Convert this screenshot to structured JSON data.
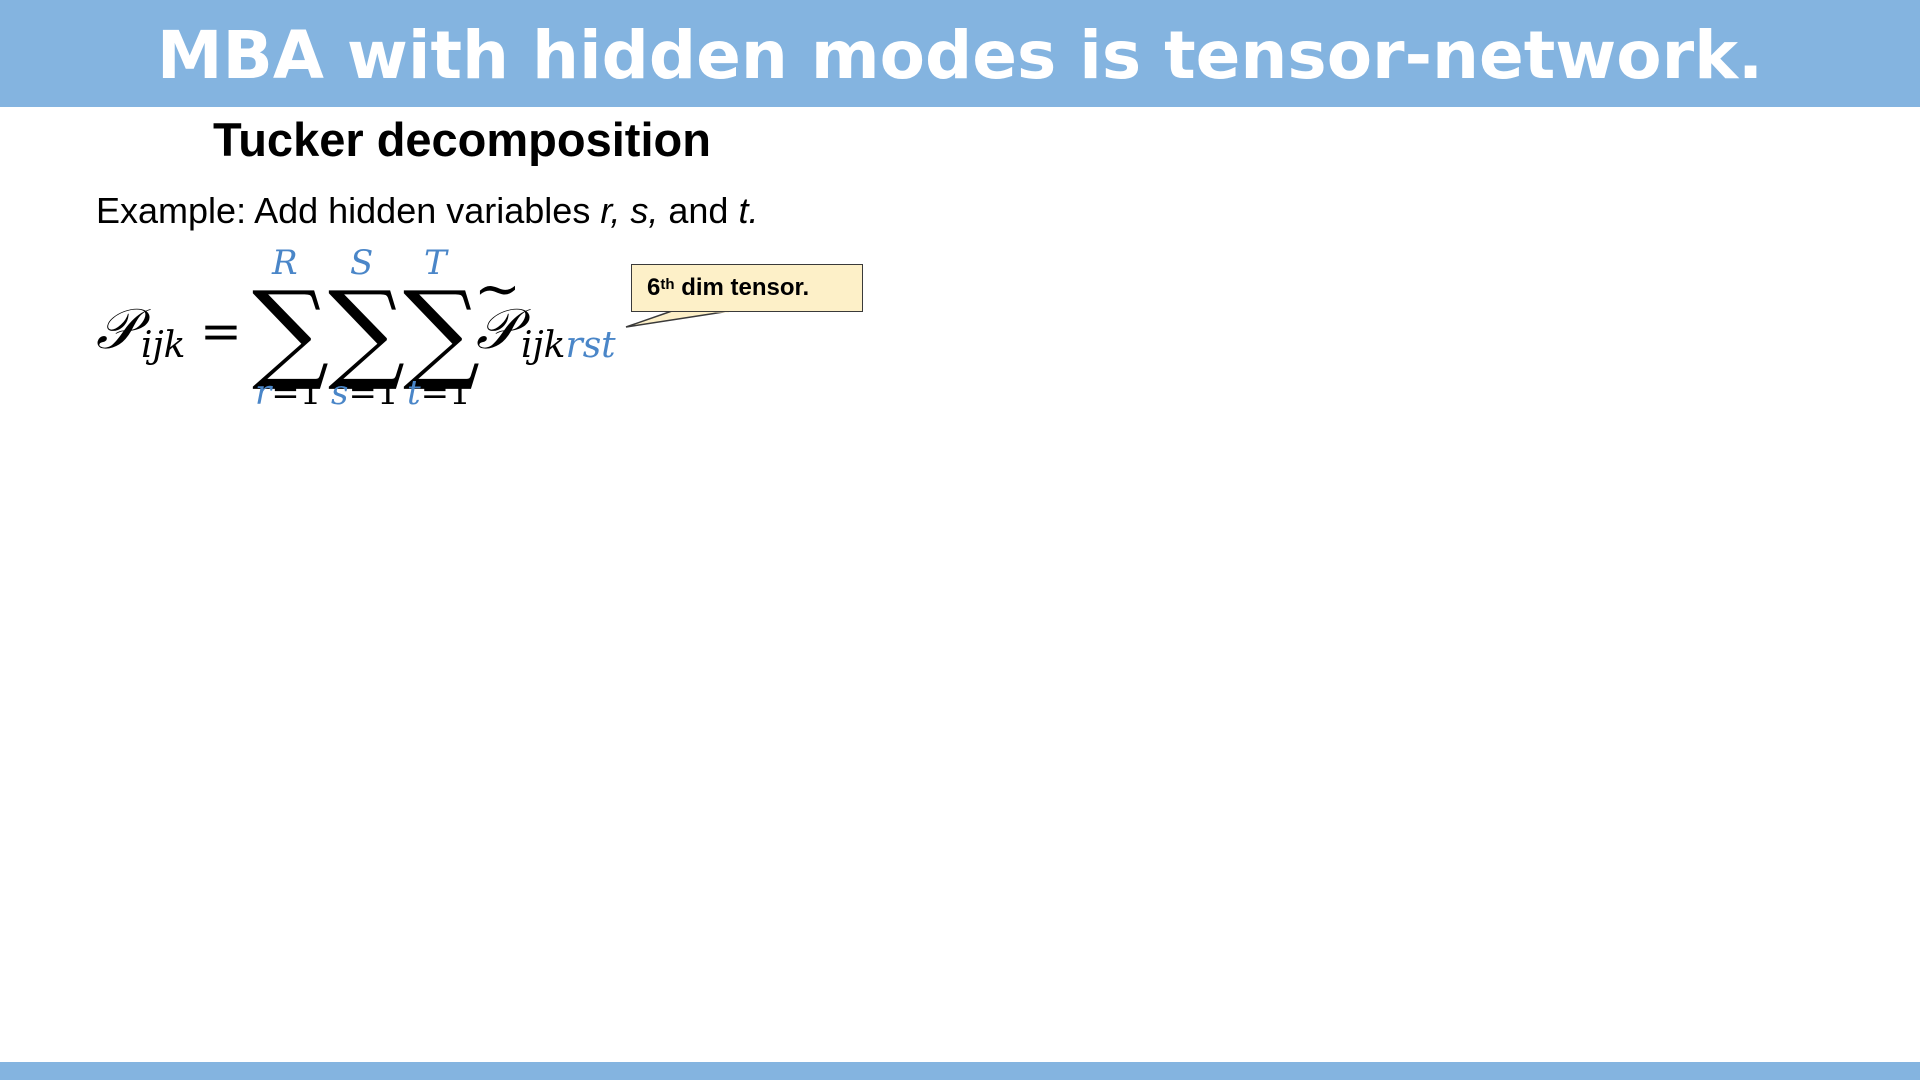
{
  "slide": {
    "title": "MBA with hidden modes is tensor-network.",
    "subtitle": "Tucker decomposition",
    "example": {
      "prefix": "Example: Add hidden variables ",
      "var_r": "r,",
      "var_s": "s,",
      "middle": " and ",
      "var_t": "t."
    }
  },
  "formula": {
    "lhs_symbol": "𝒫",
    "lhs_subscript": "ijk",
    "equals": "=",
    "sums": [
      {
        "upper": "R",
        "sigma": "∑",
        "index": "r",
        "lower_rest": "=1"
      },
      {
        "upper": "S",
        "sigma": "∑",
        "index": "s",
        "lower_rest": "=1"
      },
      {
        "upper": "T",
        "sigma": "∑",
        "index": "t",
        "lower_rest": "=1"
      }
    ],
    "tilde": "~",
    "rhs_symbol": "𝒫",
    "rhs_subscript_black": "ijk",
    "rhs_subscript_blue": "rst"
  },
  "callout": {
    "number": "6",
    "superscript": "th",
    "text": " dim tensor."
  },
  "colors": {
    "bar": "#84b4e0",
    "accent_blue": "#4a86c8",
    "callout_fill": "#fdf0c8"
  }
}
